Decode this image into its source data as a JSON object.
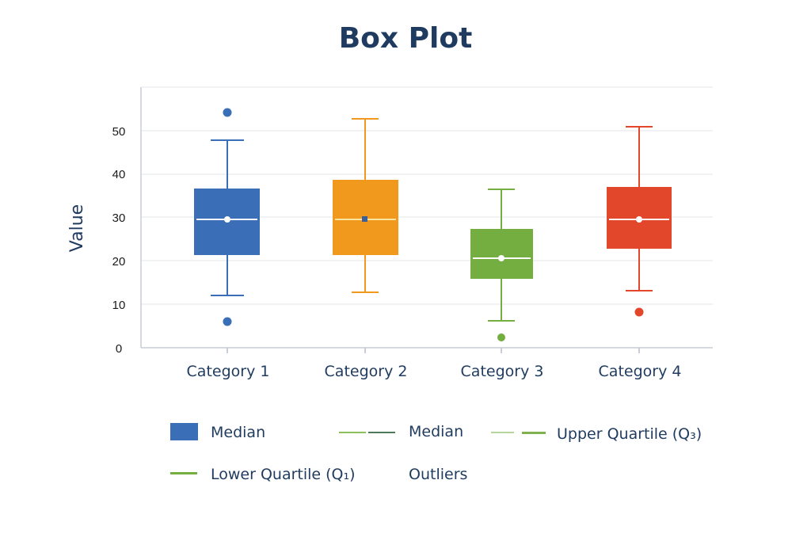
{
  "title": "Box Plot",
  "y_axis_label": "Value",
  "y_ticks": [
    "0",
    "10",
    "20",
    "30",
    "40",
    "50"
  ],
  "categories": [
    "Category 1",
    "Category 2",
    "Category 3",
    "Category 4"
  ],
  "legend": {
    "item1": "Median",
    "item2": "Median",
    "item3": "Upper Quartile (Q₃)",
    "item4": "Lower Quartile (Q₁)",
    "item5": "Outliers"
  },
  "colors": {
    "cat1": "#3a6fb7",
    "cat2": "#f0991d",
    "cat3": "#74ad40",
    "cat4": "#e2472b",
    "text": "#1f3b5f",
    "grid": "#e3e6ea"
  },
  "chart_data": {
    "type": "box",
    "title": "Box Plot",
    "xlabel": "",
    "ylabel": "Value",
    "ylim": [
      0,
      55
    ],
    "grid": true,
    "categories": [
      "Category 1",
      "Category 2",
      "Category 3",
      "Category 4"
    ],
    "series": [
      {
        "name": "Category 1",
        "min": 12,
        "q1": 21.5,
        "median": 29.5,
        "q3": 36.5,
        "max": 47.5,
        "outliers": [
          54,
          6
        ]
      },
      {
        "name": "Category 2",
        "min": 12.8,
        "q1": 21.5,
        "median": 29.5,
        "q3": 38.5,
        "max": 52.5,
        "outliers": []
      },
      {
        "name": "Category 3",
        "min": 6.3,
        "q1": 16,
        "median": 20.5,
        "q3": 27,
        "max": 36.5,
        "outliers": [
          2.5
        ]
      },
      {
        "name": "Category 4",
        "min": 13,
        "q1": 23,
        "median": 29.5,
        "q3": 37,
        "max": 50.8,
        "outliers": [
          8.5
        ]
      }
    ],
    "legend": [
      "Median",
      "Median",
      "Upper Quartile (Q3)",
      "Lower Quartile (Q1)",
      "Outliers"
    ],
    "legend_position": "bottom"
  }
}
